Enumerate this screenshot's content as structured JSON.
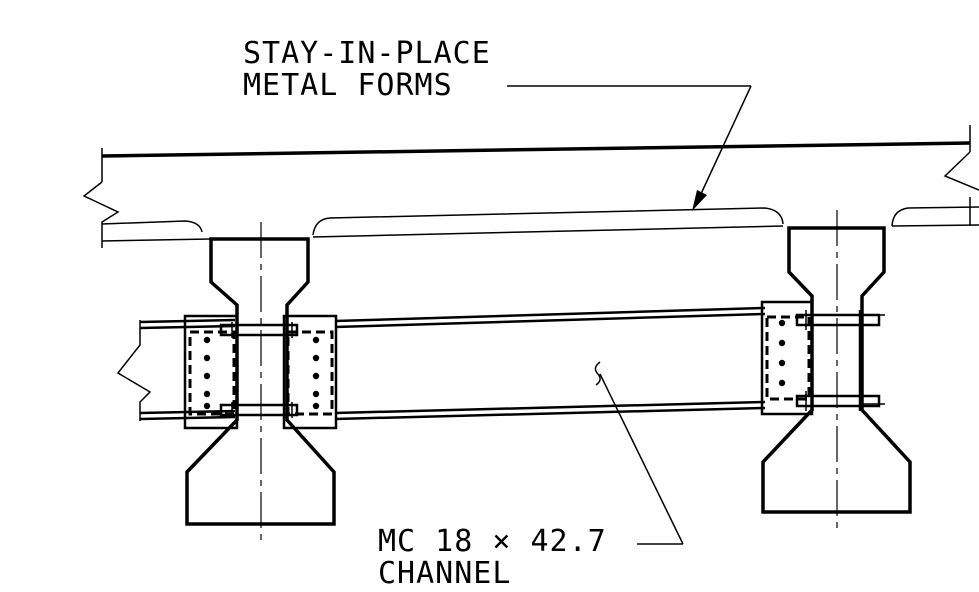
{
  "callouts": {
    "forms": {
      "line1": "STAY-IN-PLACE",
      "line2": "METAL FORMS"
    },
    "channel": {
      "line1": "MC 18 × 42.7",
      "line2": "CHANNEL"
    }
  },
  "colors": {
    "ink": "#000000",
    "paper": "#ffffff"
  }
}
